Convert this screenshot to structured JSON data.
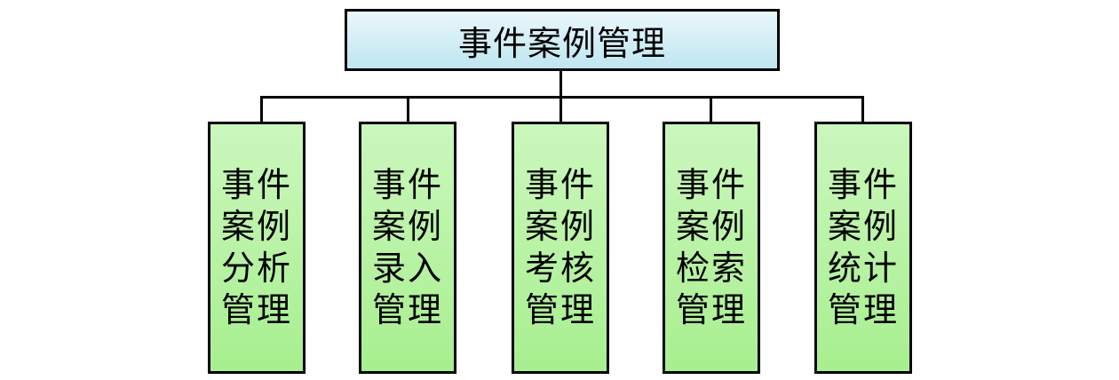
{
  "root": {
    "label": "事件案例管理"
  },
  "children": [
    {
      "label": "事件案例分析管理"
    },
    {
      "label": "事件案例录入管理"
    },
    {
      "label": "事件案例考核管理"
    },
    {
      "label": "事件案例检索管理"
    },
    {
      "label": "事件案例统计管理"
    }
  ],
  "colors": {
    "root_fill": "#bfe6f0",
    "child_fill": "#a7ef8f",
    "stroke": "#000000"
  }
}
